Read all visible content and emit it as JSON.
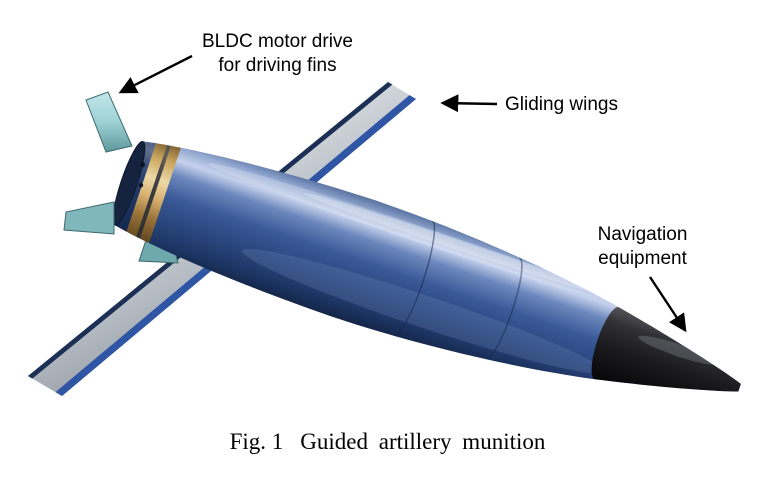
{
  "figure": {
    "caption": {
      "prefix": "Fig. 1",
      "title": "Guided artillery munition"
    },
    "labels": {
      "bldc": {
        "line1": "BLDC motor drive",
        "line2": "for driving fins"
      },
      "gliding_wings": {
        "text": "Gliding wings"
      },
      "navigation": {
        "line1": "Navigation",
        "line2": "equipment"
      }
    },
    "colors": {
      "background": "#ffffff",
      "text": "#000000",
      "body_blue": "#2e4e8e",
      "body_highlight": "#c6d2ec",
      "nose_black": "#1a1a1d",
      "band_gold": "#d9b272",
      "fin_teal": "#9ed2d5",
      "wing_silver": "#dfe3e8",
      "wing_stripe_blue": "#2f55a5",
      "arrow": "#000000"
    }
  }
}
